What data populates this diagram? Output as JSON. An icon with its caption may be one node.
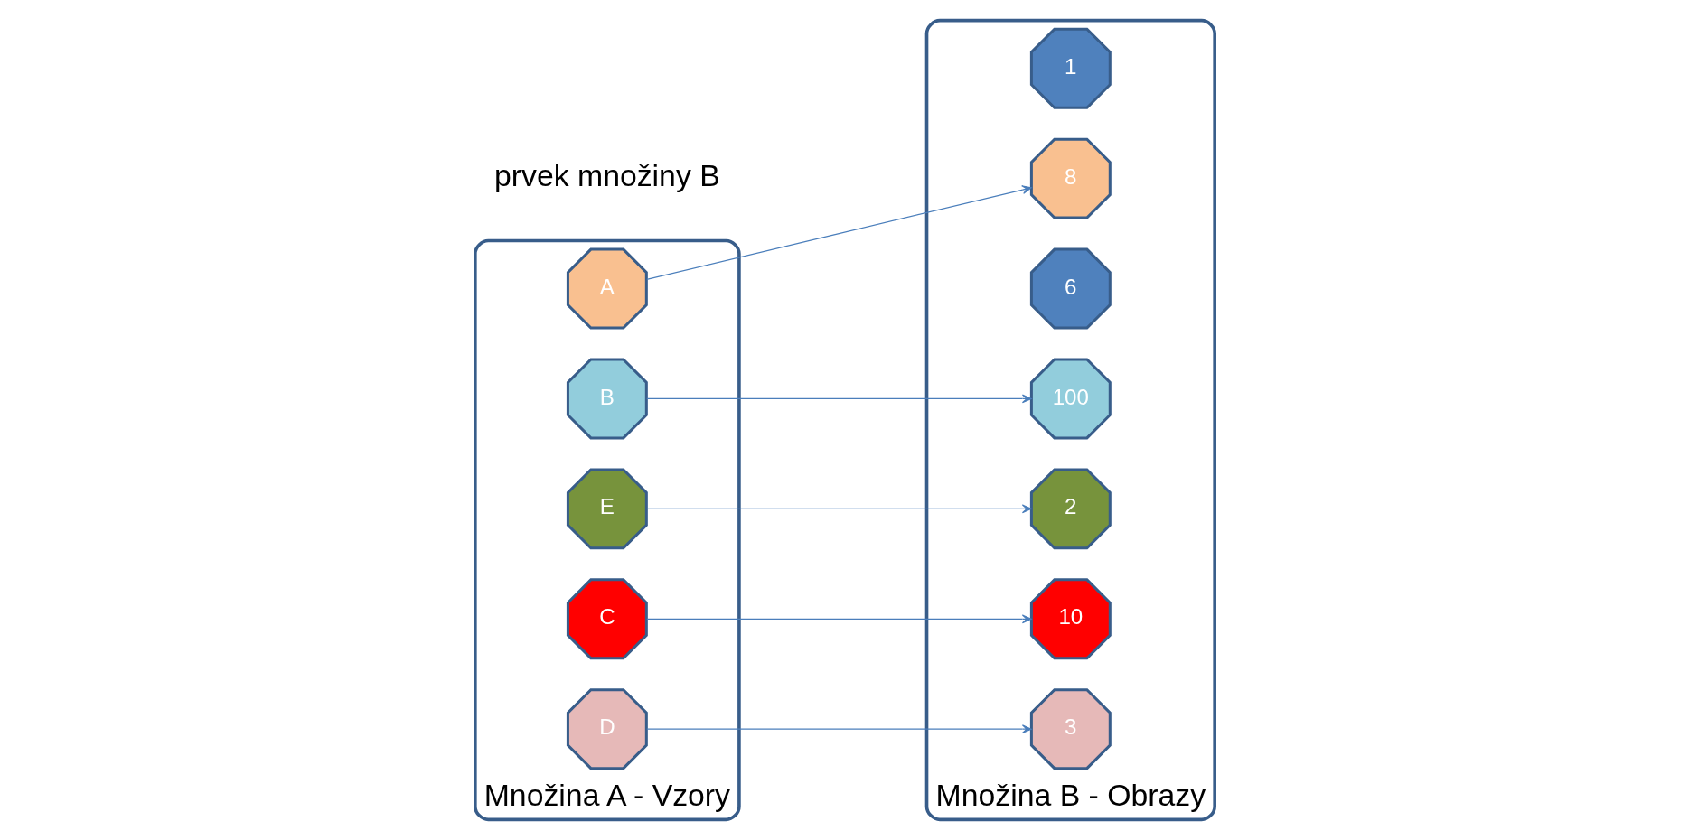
{
  "diagram": {
    "nodes": [
      {
        "text": [
          "Množina A - Vzory"
        ]
      },
      {
        "text": [
          "A"
        ],
        "in": 0
      },
      {
        "text": [
          "B"
        ],
        "in": 0
      },
      {
        "text": [
          "E"
        ],
        "in": 0
      },
      {
        "text": [
          "C"
        ],
        "in": 0
      },
      {
        "text": [
          "D"
        ],
        "in": 0
      },
      {
        "text": [
          "Množina B - Obrazy"
        ]
      },
      {
        "text": [
          "1"
        ],
        "in": 6
      },
      {
        "text": [
          "8"
        ],
        "in": 6
      },
      {
        "text": [
          "6"
        ],
        "in": 6
      },
      {
        "text": [
          "2"
        ],
        "in": 6
      },
      {
        "text": [
          "100"
        ],
        "in": 6
      },
      {
        "text": [
          "10"
        ],
        "in": 6
      },
      {
        "text": [
          "3"
        ],
        "in": 6
      }
    ],
    "edges": [
      {
        "from": 1,
        "to": 8,
        "arrow": "to"
      },
      {
        "from": 2,
        "to": 11,
        "arrow": "to"
      },
      {
        "from": 3,
        "to": 10,
        "arrow": "to"
      },
      {
        "from": 4,
        "to": 12,
        "arrow": "to"
      },
      {
        "from": 5,
        "to": 13,
        "arrow": "to"
      }
    ],
    "labels": [
      "prvek množiny B"
    ]
  }
}
